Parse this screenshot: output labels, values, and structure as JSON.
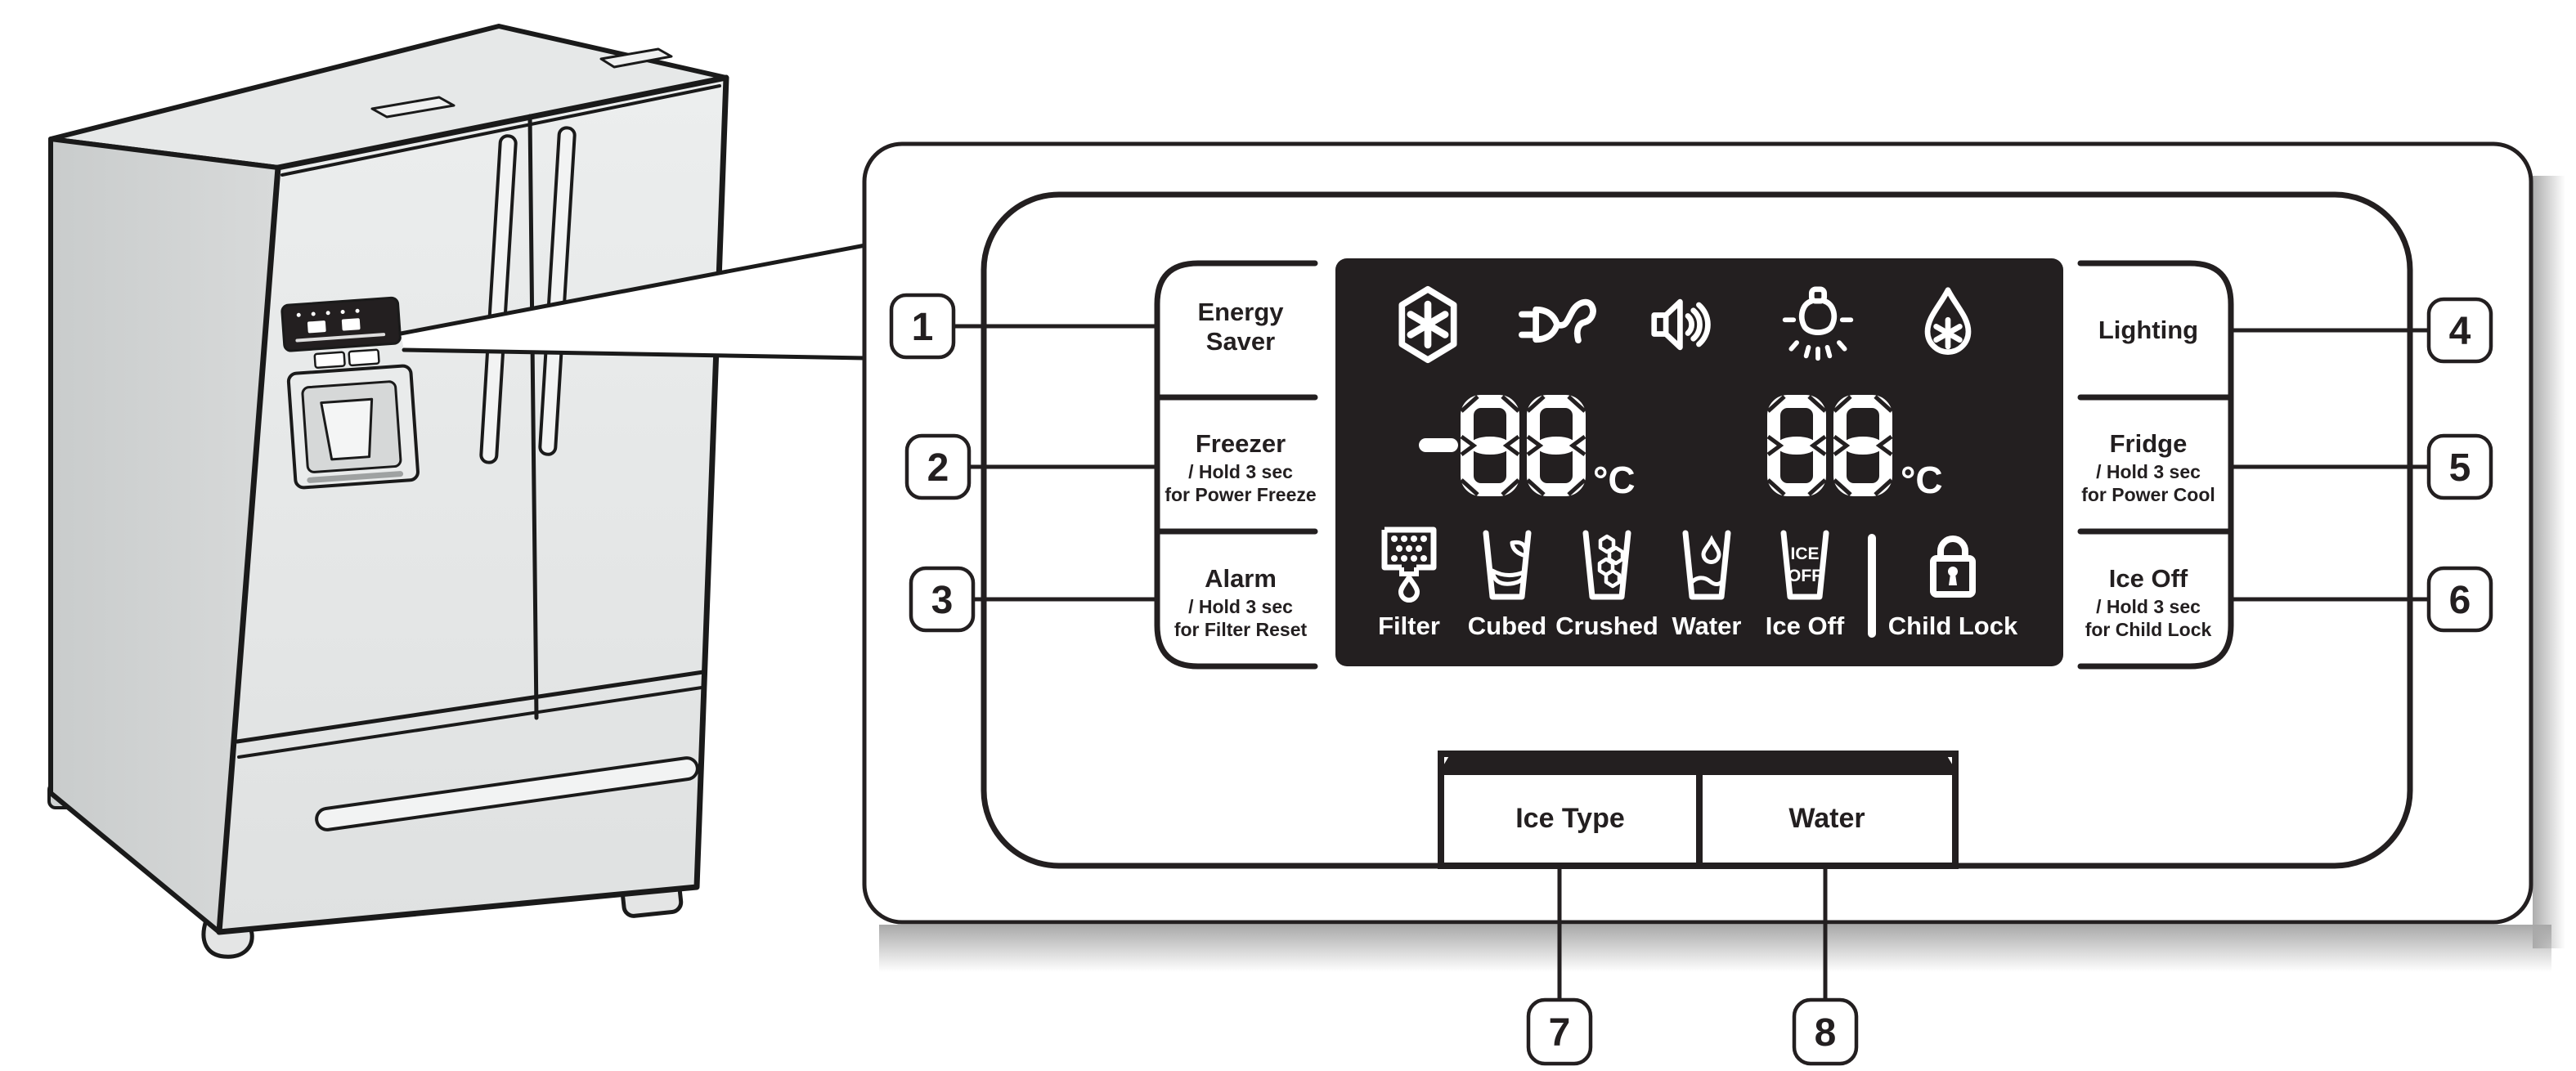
{
  "panel": {
    "left_buttons": [
      {
        "callout": "1",
        "title_line1": "Energy",
        "title_line2": "Saver",
        "title": "Energy Saver",
        "sub1": "",
        "sub2": ""
      },
      {
        "callout": "2",
        "title": "Freezer",
        "sub1": "/ Hold 3 sec",
        "sub2": "for Power Freeze"
      },
      {
        "callout": "3",
        "title": "Alarm",
        "sub1": "/ Hold 3 sec",
        "sub2": "for Filter Reset"
      }
    ],
    "right_buttons": [
      {
        "callout": "4",
        "title": "Lighting",
        "sub1": "",
        "sub2": ""
      },
      {
        "callout": "5",
        "title": "Fridge",
        "sub1": "/ Hold 3 sec",
        "sub2": "for Power Cool"
      },
      {
        "callout": "6",
        "title": "Ice Off",
        "sub1": "/ Hold 3 sec",
        "sub2": "for Child Lock"
      }
    ],
    "bottom_buttons": [
      {
        "callout": "7",
        "label": "Ice Type"
      },
      {
        "callout": "8",
        "label": "Water"
      }
    ],
    "display": {
      "top_icons": [
        "power-freeze-snowflake-hexagon",
        "energy-saver-plug",
        "alarm-speaker",
        "lighting-bulb",
        "power-cool-drop-snowflake"
      ],
      "freezer_temp": {
        "sign": "-",
        "digits": "88",
        "unit": "°C"
      },
      "fridge_temp": {
        "digits": "88",
        "unit": "°C"
      },
      "mode_labels": {
        "filter": "Filter",
        "cubed": "Cubed",
        "crushed": "Crushed",
        "water": "Water",
        "ice_off": "Ice Off",
        "child_lock": "Child Lock"
      },
      "ice_off_icon_text": {
        "line1": "ICE",
        "line2": "OFF"
      }
    },
    "colors": {
      "display_bg": "#231f20",
      "line": "#231f20",
      "shadow": "#b5b5b5",
      "fridge_side": "#ced1d1",
      "fridge_front": "#e9ebeb"
    }
  }
}
